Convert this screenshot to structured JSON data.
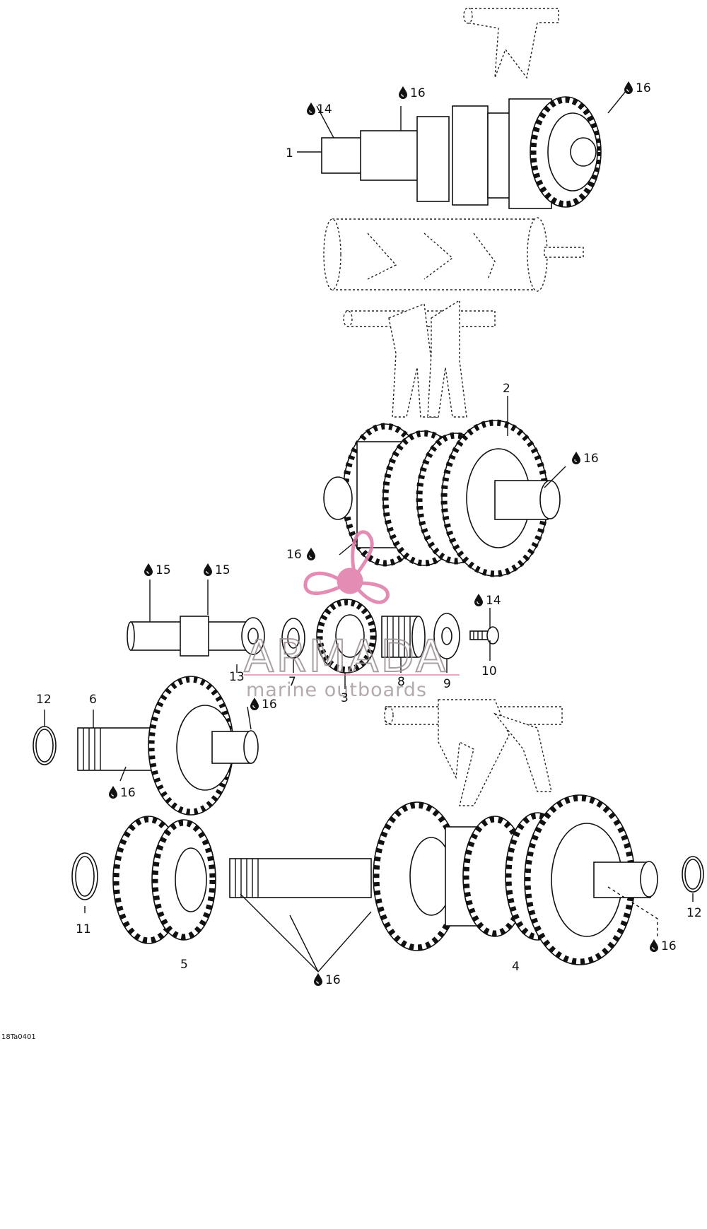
{
  "diagram": {
    "part_callouts": [
      {
        "id": "callout-1",
        "label": "1"
      },
      {
        "id": "callout-2",
        "label": "2"
      },
      {
        "id": "callout-3",
        "label": "3"
      },
      {
        "id": "callout-4",
        "label": "4"
      },
      {
        "id": "callout-5",
        "label": "5"
      },
      {
        "id": "callout-6",
        "label": "6"
      },
      {
        "id": "callout-7",
        "label": "7"
      },
      {
        "id": "callout-8",
        "label": "8"
      },
      {
        "id": "callout-9",
        "label": "9"
      },
      {
        "id": "callout-10",
        "label": "10"
      },
      {
        "id": "callout-11",
        "label": "11"
      },
      {
        "id": "callout-12-left",
        "label": "12"
      },
      {
        "id": "callout-12-right",
        "label": "12"
      },
      {
        "id": "callout-13",
        "label": "13"
      }
    ],
    "lubricant_callouts": [
      {
        "id": "oil-14-top",
        "label": "14"
      },
      {
        "id": "oil-16-mainshaft",
        "label": "16"
      },
      {
        "id": "oil-16-top-right",
        "label": "16"
      },
      {
        "id": "oil-16-countershaft-right",
        "label": "16"
      },
      {
        "id": "oil-16-countershaft-left",
        "label": "16"
      },
      {
        "id": "oil-15-left",
        "label": "15"
      },
      {
        "id": "oil-15-right",
        "label": "15"
      },
      {
        "id": "oil-14-bolt",
        "label": "14"
      },
      {
        "id": "oil-16-gear6-top",
        "label": "16"
      },
      {
        "id": "oil-16-gear6-bottom",
        "label": "16"
      },
      {
        "id": "oil-16-shaft4",
        "label": "16"
      },
      {
        "id": "oil-16-bottom-right",
        "label": "16"
      }
    ],
    "figure_code": "18Ta0401",
    "icon": "oil-drop-icon"
  },
  "watermark": {
    "brand": "ARMADA",
    "tagline": "marine outboards",
    "accent_color": "#e07aa8"
  }
}
